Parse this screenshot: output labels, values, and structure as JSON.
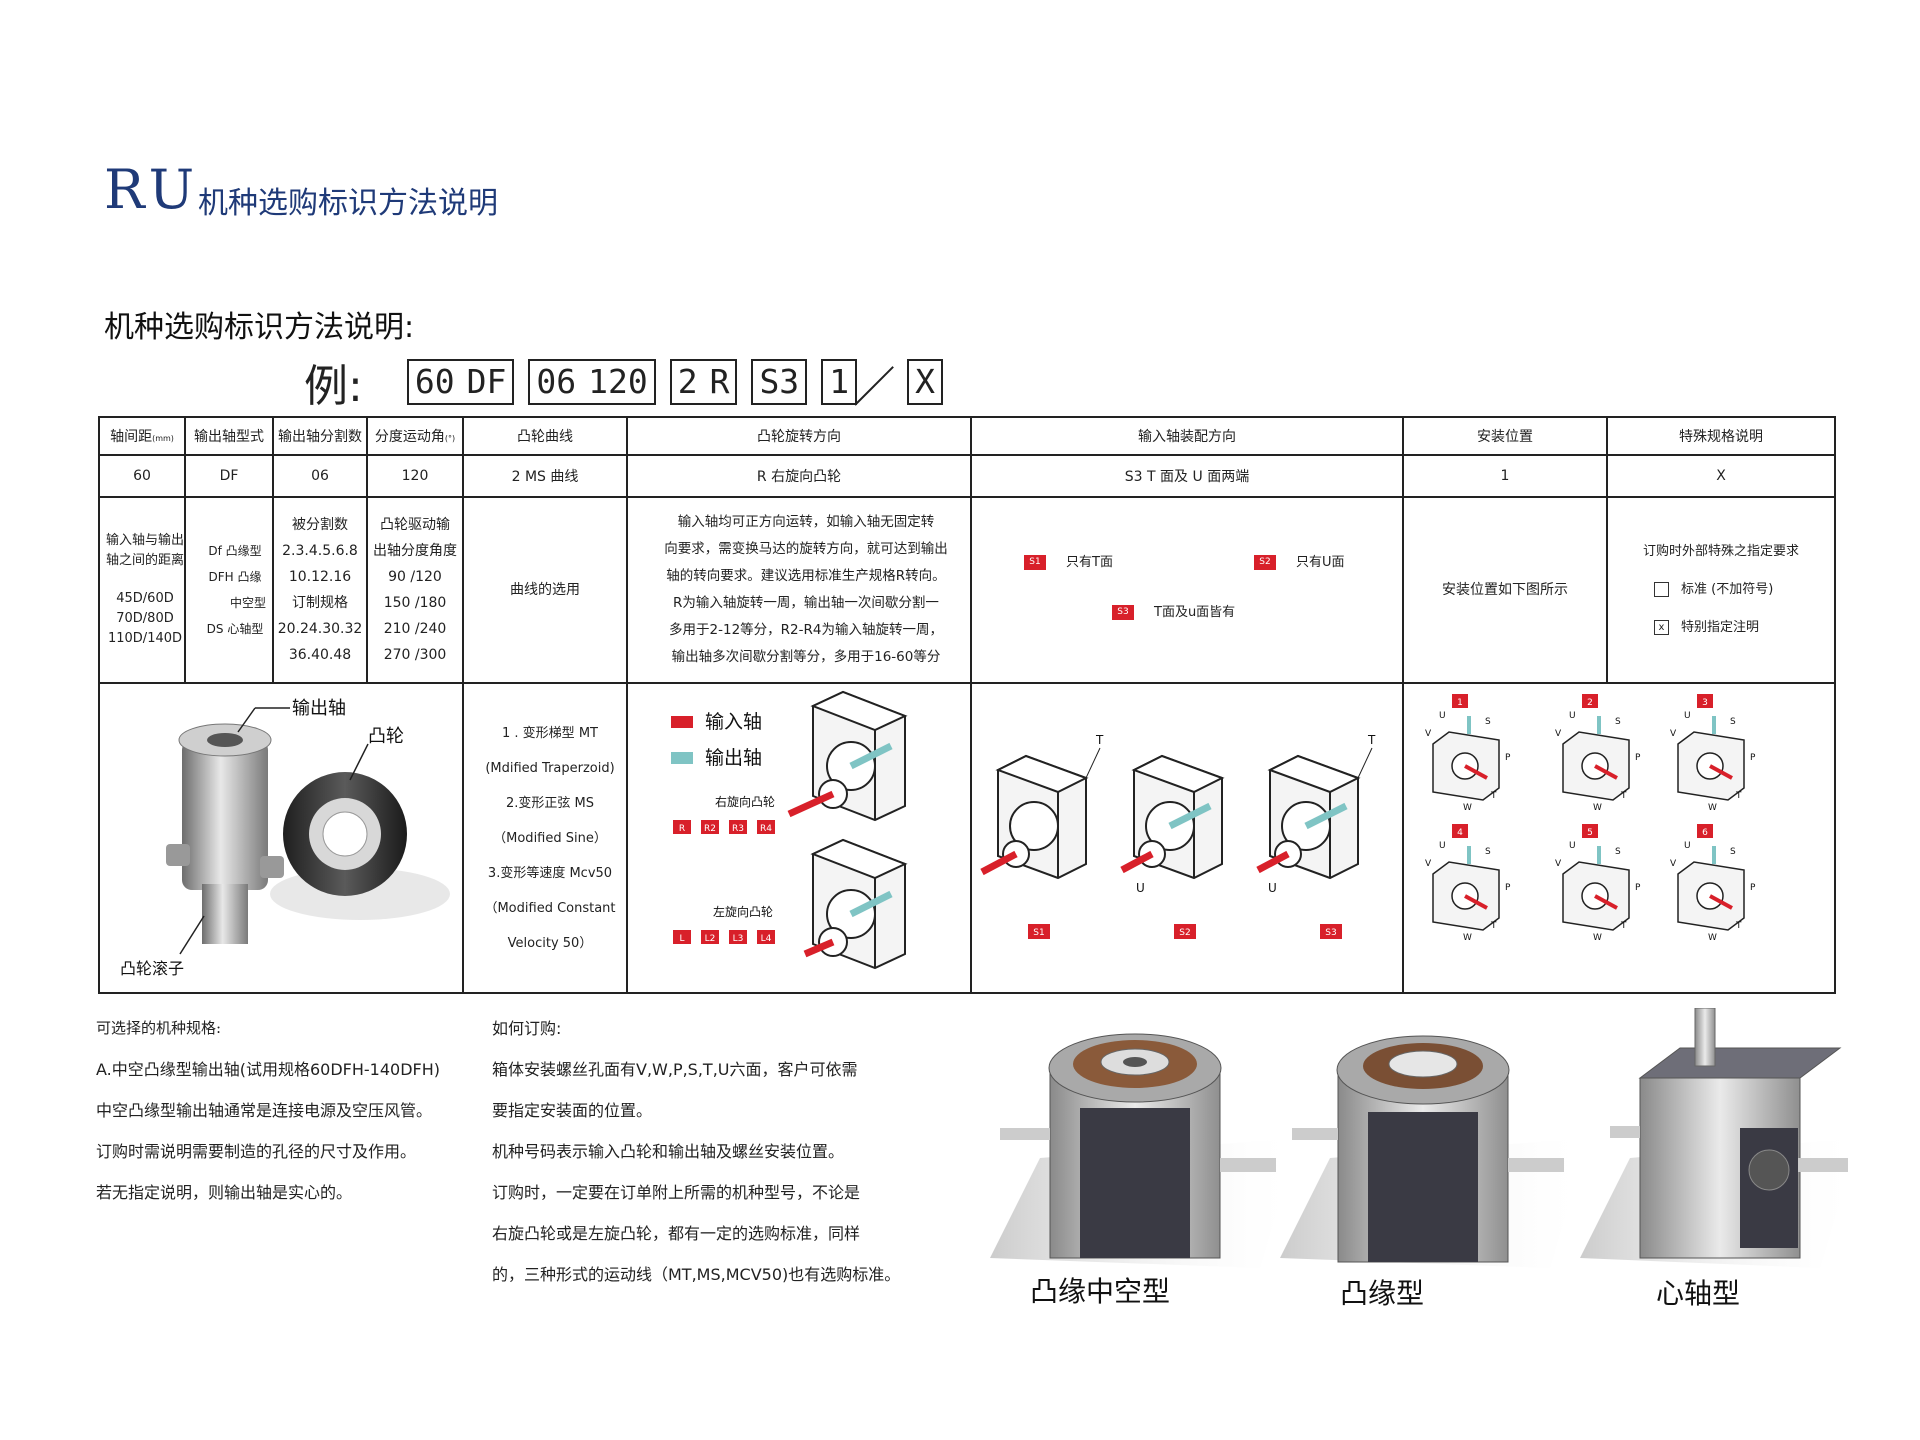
{
  "header": {
    "brand": "RU",
    "subtitle": "机种选购标识方法说明"
  },
  "section_title": "机种选购标识方法说明:",
  "example": {
    "lead": "例:",
    "codes": [
      [
        "60",
        "DF"
      ],
      [
        "06",
        "120"
      ],
      [
        "2",
        "R"
      ],
      [
        "S3"
      ],
      [
        "1"
      ],
      [
        "X"
      ]
    ]
  },
  "table": {
    "headers": [
      "轴间距",
      "(mm)",
      "输出轴型式",
      "输出轴分割数",
      "分度运动角",
      "(°)",
      "凸轮曲线",
      "凸轮旋转方向",
      "输入轴装配方向",
      "安装位置",
      "特殊规格说明"
    ],
    "values": [
      "60",
      "DF",
      "06",
      "120",
      "2  MS 曲线",
      "R        右旋向凸轮",
      "S3    T  面及  U  面两端",
      "1",
      "X"
    ],
    "col1_desc": [
      "输入轴与输出",
      "轴之间的距离",
      "",
      "45D/60D",
      "70D/80D",
      "110D/140D"
    ],
    "col2_desc": [
      "Df  凸缘型",
      "DFH  凸缘",
      "中空型",
      "DS 心轴型"
    ],
    "col3_desc": [
      "被分割数",
      "2.3.4.5.6.8",
      "10.12.16",
      "订制规格",
      "20.24.30.32",
      "36.40.48"
    ],
    "col4_desc": [
      "凸轮驱动输",
      "出轴分度角度",
      "90  /120",
      "150  /180",
      "210  /240",
      "270  /300"
    ],
    "col5_desc": "曲线的选用",
    "col6_desc": [
      "输入轴均可正方向运转，如输入轴无固定转",
      "向要求，需变换马达的旋转方向，就可达到输出",
      "轴的转向要求。建议选用标准生产规格R转向。",
      "R为输入轴旋转一周，输出轴一次间歇分割一",
      "多用于2-12等分，R2-R4为输入轴旋转一周，",
      "输出轴多次间歇分割等分，多用于16-60等分"
    ],
    "col7_desc": {
      "s1_code": "S1",
      "s1_text": "只有T面",
      "s2_code": "S2",
      "s2_text": "只有U面",
      "s3_code": "S3",
      "s3_text": "T面及u面皆有"
    },
    "col8_desc": "安装位置如下图所示",
    "col9_desc": {
      "title": "订购时外部特殊之指定要求",
      "opt1": "标准 (不加符号)",
      "opt2_mark": "x",
      "opt2": "特别指定注明"
    },
    "photo_labels": {
      "output_shaft": "输出轴",
      "cam": "凸轮",
      "cam_roller": "凸轮滚子"
    },
    "curves": [
      "1 . 变形梯型  MT",
      "(Mdified  Traperzoid)",
      "2.变形正弦  MS",
      "（Modified  Sine）",
      "3.变形等速度 Mcv50",
      "（Modified  Constant",
      "Velocity 50）"
    ],
    "rotation": {
      "legend_in": "输入轴",
      "legend_out": "输出轴",
      "right_label": "右旋向凸轮",
      "right_codes": [
        "R",
        "R2",
        "R3",
        "R4"
      ],
      "left_label": "左旋向凸轮",
      "left_codes": [
        "L",
        "L2",
        "L3",
        "L4"
      ]
    },
    "assembly": {
      "codes": [
        "S1",
        "S2",
        "S3"
      ],
      "face_t": "T",
      "face_u": "U"
    },
    "mounting": {
      "codes": [
        "1",
        "2",
        "3",
        "4",
        "5",
        "6"
      ],
      "faces": [
        "V",
        "U",
        "S",
        "T",
        "P",
        "W"
      ]
    }
  },
  "notes_left": {
    "title": "可选择的机种规格:",
    "lines": [
      "A.中空凸缘型输出轴(试用规格60DFH-140DFH)",
      "中空凸缘型输出轴通常是连接电源及空压风管。",
      "订购时需说明需要制造的孔径的尺寸及作用。",
      "若无指定说明，则输出轴是实心的。"
    ]
  },
  "notes_mid": {
    "title": "如何订购:",
    "lines": [
      "箱体安装螺丝孔面有V,W,P,S,T,U六面，客户可依需",
      "要指定安装面的位置。",
      "机种号码表示输入凸轮和输出轴及螺丝安装位置。",
      "订购时，一定要在订单附上所需的机种型号，不论是",
      "右旋凸轮或是左旋凸轮，都有一定的选购标准，同样",
      "的，三种形式的运动线（MT,MS,MCV50)也有选购标准。"
    ]
  },
  "products": [
    "凸缘中空型",
    "凸缘型",
    "心轴型"
  ],
  "colors": {
    "brand": "#1f3a78",
    "red": "#d8202a",
    "teal": "#7fc4c4"
  }
}
